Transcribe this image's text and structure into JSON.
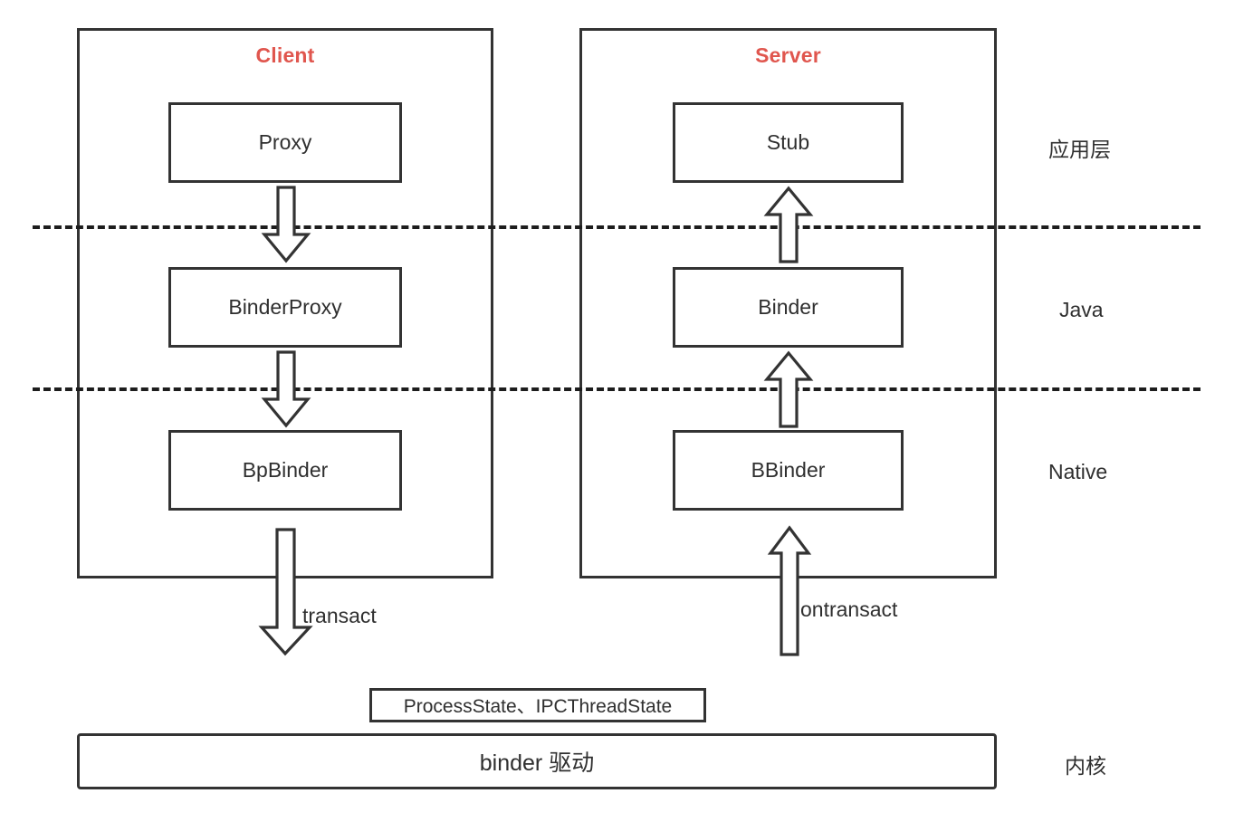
{
  "diagram": {
    "title": "Android Binder IPC architecture",
    "colors": {
      "accent_red": "#e0564e",
      "line": "#333333",
      "text": "#2f2f2f",
      "background": "#ffffff"
    },
    "client": {
      "title": "Client",
      "nodes": [
        {
          "label": "Proxy"
        },
        {
          "label": "BinderProxy"
        },
        {
          "label": "BpBinder"
        }
      ]
    },
    "server": {
      "title": "Server",
      "nodes": [
        {
          "label": "Stub"
        },
        {
          "label": "Binder"
        },
        {
          "label": "BBinder"
        }
      ]
    },
    "layers": [
      {
        "label": "应用层"
      },
      {
        "label": "Java"
      },
      {
        "label": "Native"
      },
      {
        "label": "内核"
      }
    ],
    "arrows": [
      {
        "name": "proxy-to-binderproxy",
        "direction": "down",
        "label": ""
      },
      {
        "name": "binderproxy-to-bpbinder",
        "direction": "down",
        "label": ""
      },
      {
        "name": "bpbinder-to-driver",
        "direction": "down",
        "label": "transact"
      },
      {
        "name": "binder-to-stub",
        "direction": "up",
        "label": ""
      },
      {
        "name": "bbinder-to-binder",
        "direction": "up",
        "label": ""
      },
      {
        "name": "driver-to-bbinder",
        "direction": "up",
        "label": "ontransact"
      }
    ],
    "bottom": {
      "state_box": "ProcessState、IPCThreadState",
      "driver_box": "binder 驱动"
    }
  }
}
